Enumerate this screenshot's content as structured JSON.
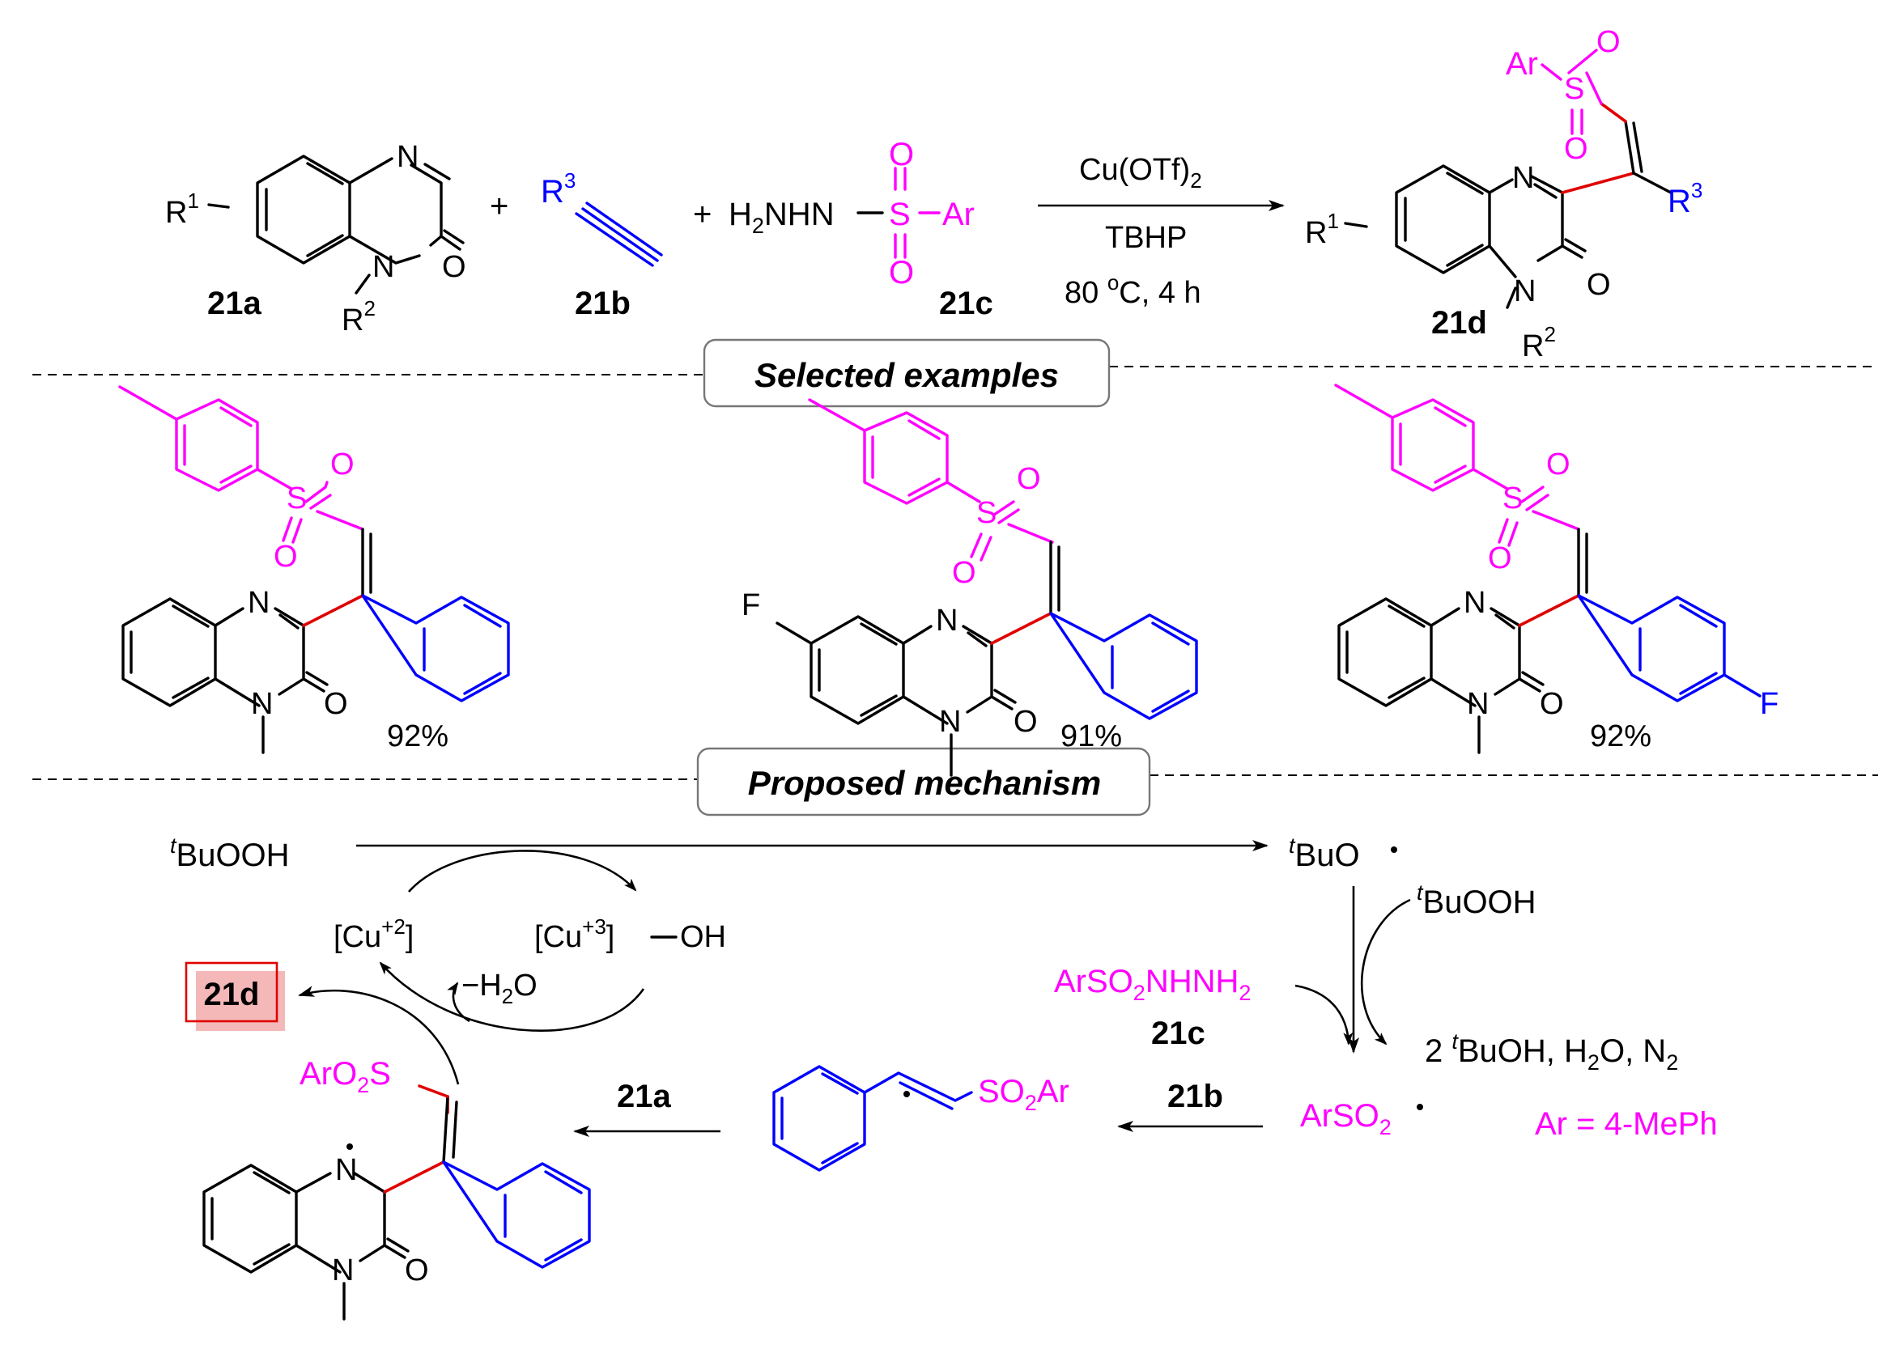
{
  "colors": {
    "black": "#000000",
    "magenta": "#ff00ff",
    "blue": "#0000ff",
    "red": "#e00000"
  },
  "reaction": {
    "r1": "R",
    "r1_sup": "1",
    "r2": "R",
    "r2_sup": "2",
    "r3": "R",
    "r3_sup": "3",
    "atom_N": "N",
    "atom_O": "O",
    "atom_S": "S",
    "plus": "+",
    "h2nhn_h": "H",
    "h2nhn_2": "2",
    "h2nhn_rest": "NHN",
    "ar": "Ar",
    "label_21a": "21a",
    "label_21b": "21b",
    "label_21c": "21c",
    "label_21d": "21d",
    "cond_cu": "Cu(OTf)",
    "cond_cu_sub": "2",
    "cond_tbhp": "TBHP",
    "cond_temp_a": "80 ",
    "cond_temp_sup": "o",
    "cond_temp_b": "C, 4 h"
  },
  "sections": {
    "examples_title": "Selected examples",
    "mechanism_title": "Proposed mechanism"
  },
  "examples": {
    "yield_1": "92%",
    "yield_2": "91%",
    "yield_3": "92%",
    "atom_F": "F"
  },
  "mechanism": {
    "tbu_t": "t",
    "tbu_ooh": "BuOOH",
    "tbuo": "BuO",
    "tbuooh2": "BuOOH",
    "cu2_a": "[Cu",
    "cu2_sup": "+2",
    "cu2_b": "]",
    "cu3_a": "[Cu",
    "cu3_sup": "+3",
    "cu3_b": "]",
    "oh": "OH",
    "water_a": "−H",
    "water_sub": "2",
    "water_b": "O",
    "product": "21d",
    "sulfonyl_hyd_a": "ArSO",
    "sulfonyl_hyd_sub": "2",
    "sulfonyl_hyd_b": "NHNH",
    "sulfonyl_hyd_sub2": "2",
    "label_21c": "21c",
    "byproducts_a": "2 ",
    "byproducts_t": "t",
    "byproducts_b": "BuOH, H",
    "byproducts_sub1": "2",
    "byproducts_c": "O, N",
    "byproducts_sub2": "2",
    "radical_a": "ArSO",
    "radical_sub": "2",
    "ar_def": "Ar = 4-MePh",
    "label_21b": "21b",
    "label_21a": "21a",
    "vinyl_so2ar_a": "SO",
    "vinyl_so2ar_sub": "2",
    "vinyl_so2ar_b": "Ar",
    "aro2s_a": "ArO",
    "aro2s_sub": "2",
    "aro2s_b": "S"
  }
}
